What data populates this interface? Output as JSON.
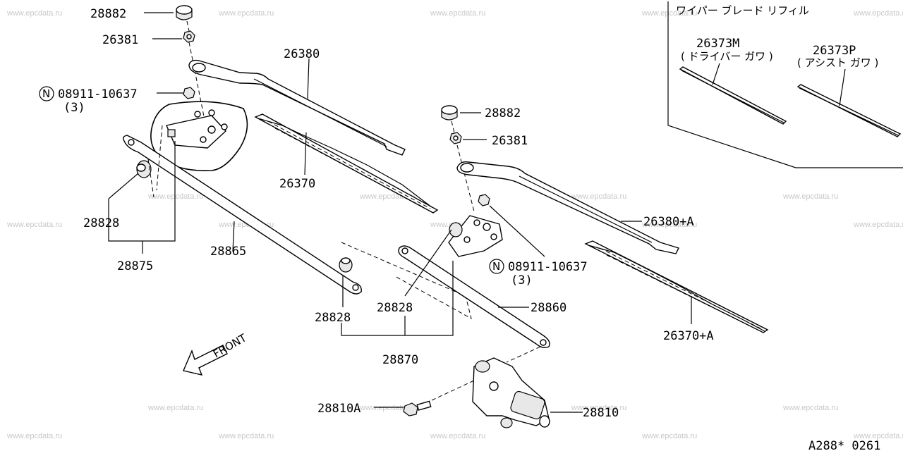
{
  "watermark": "www.epcdata.ru",
  "refill_box": {
    "title": "ワイパー ブレード リフィル",
    "driver": {
      "part": "26373M",
      "side": "( ドライバー ガワ )"
    },
    "assist": {
      "part": "26373P",
      "side": "( アシスト ガワ )"
    }
  },
  "labels": {
    "p28882_a": "28882",
    "p26381_a": "26381",
    "p26380": "26380",
    "bolt_a_prefix": "N",
    "bolt_a_num": "08911-10637",
    "bolt_a_qty": "(3)",
    "p26370": "26370",
    "p28828_a": "28828",
    "p28875": "28875",
    "p28865": "28865",
    "p28828_b": "28828",
    "p28882_b": "28882",
    "p26381_b": "26381",
    "p26380a": "26380+A",
    "bolt_b_prefix": "N",
    "bolt_b_num": "08911-10637",
    "bolt_b_qty": "(3)",
    "p28828_c": "28828",
    "p28860": "28860",
    "p26370a": "26370+A",
    "p28870": "28870",
    "p28810a": "28810A",
    "p28810": "28810",
    "front": "FRONT",
    "diagram_code": "A288* 0261"
  }
}
